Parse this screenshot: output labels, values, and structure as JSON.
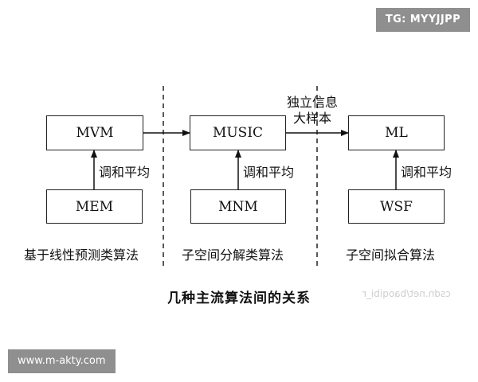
{
  "badges": {
    "top_right": "TG: MYYJJPP",
    "bottom_left": "www.m-akty.com"
  },
  "diagram": {
    "columns": [
      {
        "top_node": "MVM",
        "bottom_node": "MEM",
        "edge_label": "调和平均",
        "category": "基于线性预测类算法"
      },
      {
        "top_node": "MUSIC",
        "bottom_node": "MNM",
        "edge_label": "调和平均",
        "category": "子空间分解类算法"
      },
      {
        "top_node": "ML",
        "bottom_node": "WSF",
        "edge_label": "调和平均",
        "category": "子空间拟合算法"
      }
    ],
    "cross_edge_label_line1": "独立信息",
    "cross_edge_label_line2": "大样本",
    "caption": "几种主流算法间的关系",
    "watermark": "csdn.net/baoqibi_r"
  }
}
